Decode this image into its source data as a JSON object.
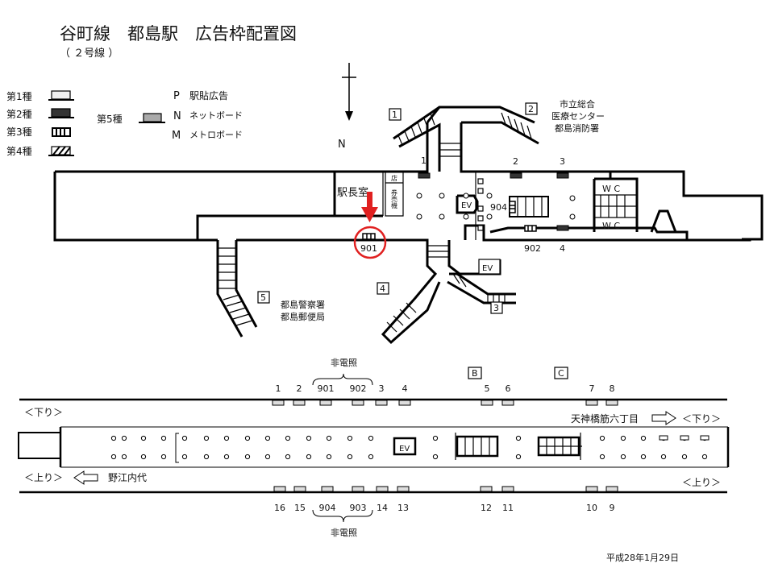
{
  "header": {
    "title": "谷町線　都島駅　広告枠配置図",
    "subtitle": "（ ２号線 ）"
  },
  "legend": {
    "types": [
      {
        "label": "第1種",
        "style": "white-board"
      },
      {
        "label": "第2種",
        "style": "dark-board"
      },
      {
        "label": "第3種",
        "style": "striped-board"
      },
      {
        "label": "第4種",
        "style": "hatched-board"
      },
      {
        "label": "第5種",
        "style": "gray-board"
      }
    ],
    "codes": [
      {
        "key": "P",
        "label": "駅貼広告"
      },
      {
        "key": "N",
        "label": "ネットボード"
      },
      {
        "key": "M",
        "label": "メトロボード"
      }
    ]
  },
  "compass": {
    "label": "N"
  },
  "concourse": {
    "exits": [
      "1",
      "2",
      "3",
      "4",
      "5"
    ],
    "exit_notes": {
      "exit2": [
        "市立総合",
        "医療センター",
        "都島消防署"
      ],
      "exit5": [
        "都島警察署",
        "都島郵便局"
      ]
    },
    "rooms": {
      "station_master": "駅長室",
      "shop": "店",
      "ticket_machine": "券売機",
      "elevator": "EV",
      "wc": "W C"
    },
    "ad_labels": {
      "n1": "1",
      "n2": "2",
      "n3": "3",
      "n4": "4",
      "a901": "901",
      "a902": "902",
      "a904": "904"
    },
    "highlight": {
      "target": "901",
      "color": "#e02020"
    }
  },
  "platform": {
    "upper_group_label": "非電照",
    "lower_group_label": "非電照",
    "upper_ads": [
      "1",
      "2",
      "901",
      "902",
      "3",
      "4",
      "5",
      "6",
      "7",
      "8"
    ],
    "lower_ads": [
      "16",
      "15",
      "904",
      "903",
      "14",
      "13",
      "12",
      "11",
      "10",
      "9"
    ],
    "exits": [
      "B",
      "C"
    ],
    "down_label": "＜下り＞",
    "up_label": "＜上り＞",
    "down_destination": "天神橋筋六丁目",
    "up_destination": "野江内代",
    "elevator": "EV"
  },
  "footer": {
    "date": "平成28年1月29日"
  }
}
